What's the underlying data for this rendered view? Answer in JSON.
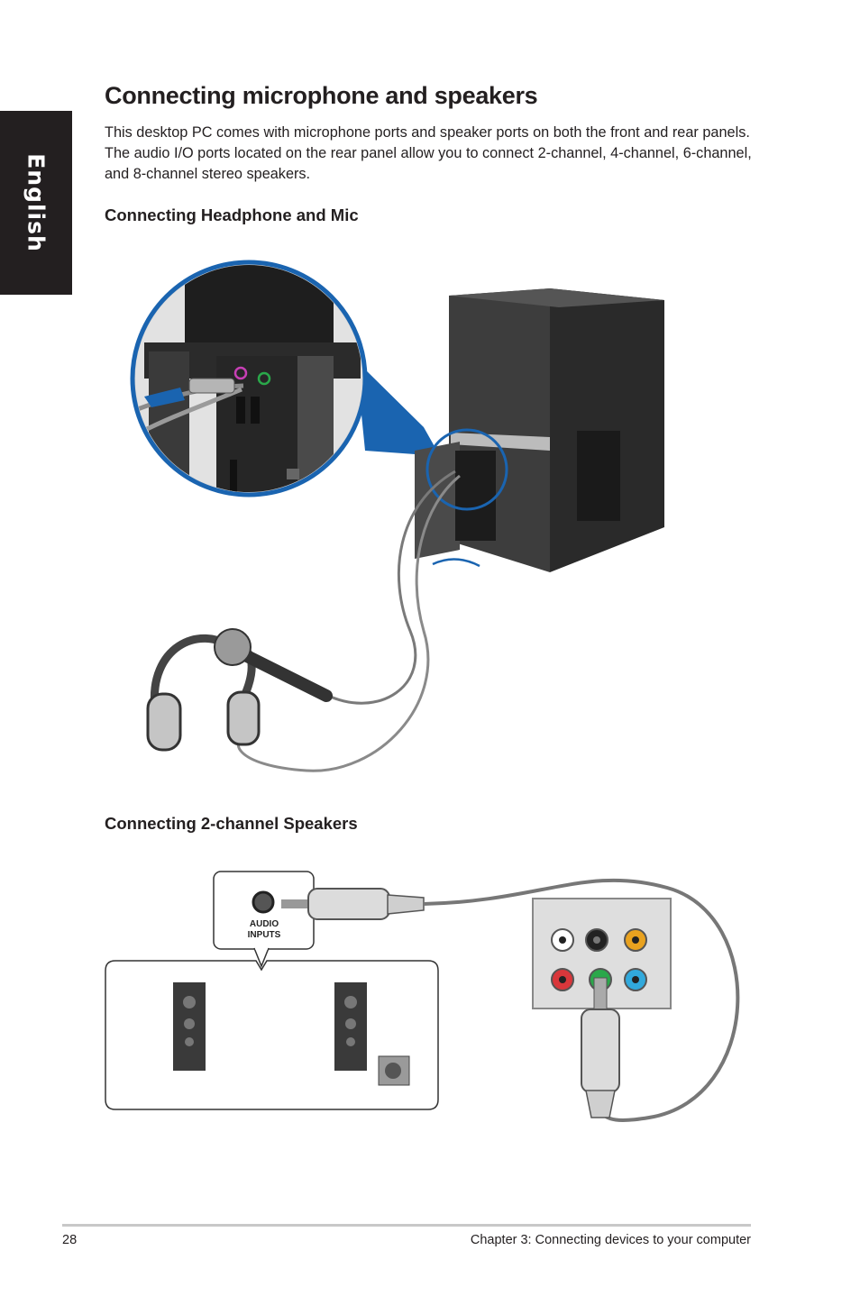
{
  "sidebar": {
    "language_tab": "English"
  },
  "page": {
    "title": "Connecting microphone and speakers",
    "intro": "This desktop PC comes with microphone ports and speaker ports on both the front and rear panels. The audio I/O ports located on the rear panel allow you to connect 2-channel, 4-channel, 6-channel, and 8-channel stereo speakers."
  },
  "sections": {
    "headphone_mic": {
      "heading": "Connecting Headphone and Mic"
    },
    "two_channel": {
      "heading": "Connecting 2-channel Speakers",
      "audio_inputs_label_line1": "AUDIO",
      "audio_inputs_label_line2": "INPUTS"
    }
  },
  "footer": {
    "page_number": "28",
    "chapter": "Chapter 3: Connecting devices to your computer"
  },
  "colors": {
    "sidebar_bg": "#231f20",
    "callout_blue": "#1a64b0",
    "port_green": "#2aa84a",
    "port_red": "#d9373b",
    "port_blue": "#31a9dc",
    "port_orange": "#e9a21f"
  }
}
